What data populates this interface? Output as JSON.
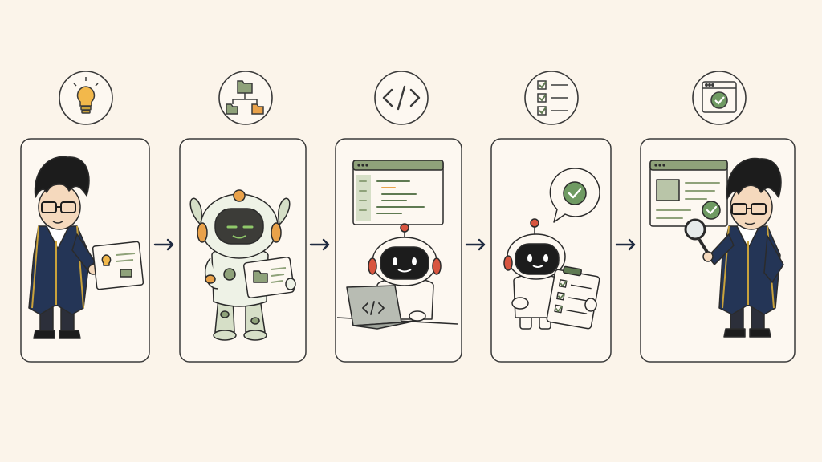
{
  "colors": {
    "background": "#fbf4ea",
    "panel_fill": "#fdf8f1",
    "ink": "#2b2b2b",
    "outline": "#3a3a3a",
    "sage": "#8fa27a",
    "sage_light": "#d6dfc7",
    "sage_dark": "#5f7a52",
    "orange": "#e9a24a",
    "red": "#d8553f",
    "coat_navy": "#243556",
    "gold": "#c9a23b",
    "bulb_yellow": "#f2b84b",
    "check_green": "#6f9a62",
    "arrow": "#1f2a40"
  },
  "flow": {
    "stages": [
      {
        "id": "idea",
        "icon": "lightbulb-icon",
        "character": "engineer-with-idea-card"
      },
      {
        "id": "plan",
        "icon": "hierarchy-folders-icon",
        "character": "ai-robot-with-tablet"
      },
      {
        "id": "code",
        "icon": "code-brackets-icon",
        "character": "robot-coding-on-laptop"
      },
      {
        "id": "test",
        "icon": "checklist-icon",
        "character": "robot-with-checklist-clipboard"
      },
      {
        "id": "review",
        "icon": "verified-window-icon",
        "character": "engineer-with-magnifier"
      }
    ],
    "connector": "right-arrow-icon"
  }
}
